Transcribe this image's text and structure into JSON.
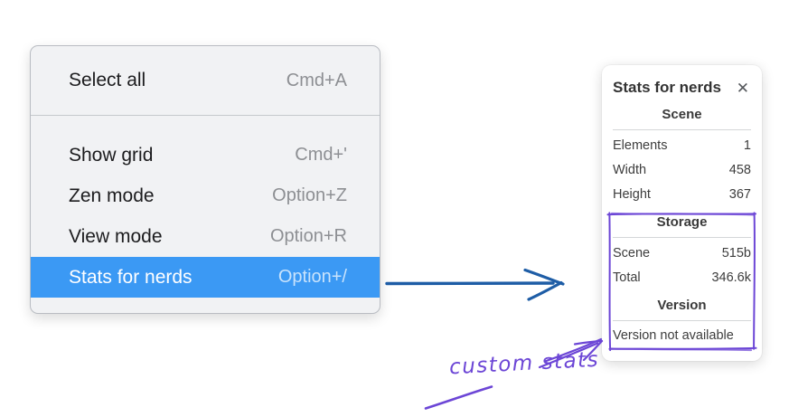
{
  "colors": {
    "highlight_blue": "#3b99f4",
    "arrow_blue": "#1e5da6",
    "annotation_purple": "#6c46d6"
  },
  "context_menu": {
    "groups": [
      {
        "items": [
          {
            "label": "Select all",
            "shortcut": "Cmd+A",
            "selected": false
          }
        ]
      },
      {
        "items": [
          {
            "label": "Show grid",
            "shortcut": "Cmd+'",
            "selected": false
          },
          {
            "label": "Zen mode",
            "shortcut": "Option+Z",
            "selected": false
          },
          {
            "label": "View mode",
            "shortcut": "Option+R",
            "selected": false
          },
          {
            "label": "Stats for nerds",
            "shortcut": "Option+/",
            "selected": true
          }
        ]
      }
    ]
  },
  "stats_panel": {
    "title": "Stats for nerds",
    "close_icon": "✕",
    "scene_sections": [
      {
        "heading": "Scene",
        "rows": [
          {
            "label": "Elements",
            "value": "1"
          },
          {
            "label": "Width",
            "value": "458"
          },
          {
            "label": "Height",
            "value": "367"
          }
        ]
      }
    ],
    "boxed_sections": [
      {
        "heading": "Storage",
        "rows": [
          {
            "label": "Scene",
            "value": "515b"
          },
          {
            "label": "Total",
            "value": "346.6k"
          }
        ]
      },
      {
        "heading": "Version",
        "rows": [],
        "note": "Version not available"
      }
    ]
  },
  "annotation": {
    "label": "custom stats"
  }
}
